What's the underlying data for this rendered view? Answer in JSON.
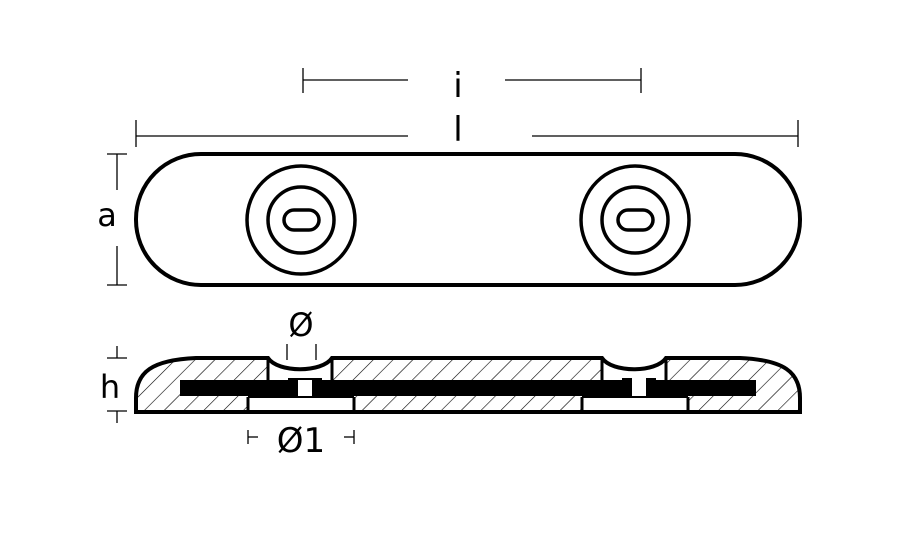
{
  "diagram": {
    "type": "technical-drawing",
    "subject": "anode plate with two mounting holes (top view and cross-section)",
    "colors": {
      "line": "#000000",
      "background": "#ffffff"
    },
    "dimensions": {
      "i_label": "i",
      "l_label": "l",
      "a_label": "a",
      "h_label": "h",
      "d_label": "Ø",
      "d1_label": "Ø1"
    },
    "views": [
      {
        "name": "top-view",
        "holes": 2
      },
      {
        "name": "section-view",
        "holes": 2,
        "hatched": true
      }
    ]
  }
}
